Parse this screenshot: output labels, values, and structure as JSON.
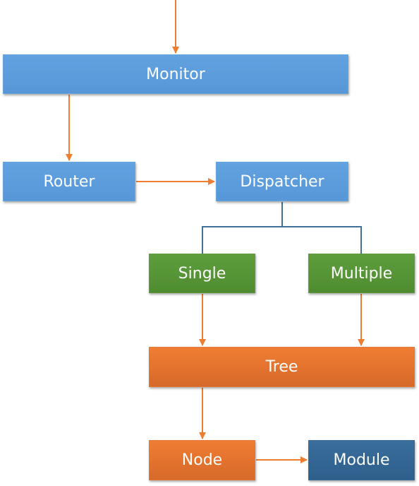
{
  "nodes": {
    "monitor": "Monitor",
    "router": "Router",
    "dispatcher": "Dispatcher",
    "single": "Single",
    "multiple": "Multiple",
    "tree": "Tree",
    "node": "Node",
    "module": "Module"
  },
  "colors": {
    "arrow": "#ED7D31",
    "branch_connector": "#41719C",
    "blue_box": "#5B9BD5",
    "green_box": "#56953A",
    "orange_box": "#E57230",
    "navy_box": "#34679A"
  }
}
